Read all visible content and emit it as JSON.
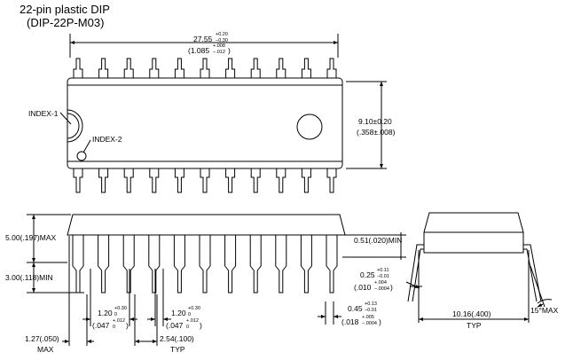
{
  "header": {
    "title": "22-pin plastic DIP",
    "package_code": "(DIP-22P-M03)"
  },
  "top_view": {
    "length": {
      "mm": "27.55",
      "mm_tol_plus": "+0.20",
      "mm_tol_minus": "−0.30",
      "inch": "(1.085",
      "inch_tol_plus": "+.008",
      "inch_tol_minus": "−.012",
      "inch_close": ")"
    },
    "width": {
      "mm": "9.10±0.20",
      "inch": "(.358±.008)"
    },
    "index1": "INDEX-1",
    "index2": "INDEX-2"
  },
  "side_view": {
    "body_height": "5.00(.197)MAX",
    "seating": "3.00(.118)MIN",
    "lead_offset": "0.51(.020)MIN",
    "lead_thickness": {
      "mm": "0.25",
      "mm_tol_plus": "+0.11",
      "mm_tol_minus": "−0.01",
      "inch": "(.010",
      "inch_tol_plus": "+.004",
      "inch_tol_minus": "−.0004",
      "inch_close": ")"
    },
    "lead_width": {
      "mm": "0.45",
      "mm_tol_plus": "+0.13",
      "mm_tol_minus": "−0.01",
      "inch": "(.018",
      "inch_tol_plus": "+.005",
      "inch_tol_minus": "−.0004",
      "inch_close": ")"
    },
    "shoulder_a": {
      "mm": "1.20",
      "mm_tol_plus": "+0.30",
      "mm_tol_minus": "0",
      "inch": "(.047",
      "inch_tol_plus": "+.012",
      "inch_tol_minus": "0",
      "inch_close": ")"
    },
    "shoulder_b": {
      "mm": "1.20",
      "mm_tol_plus": "+0.30",
      "mm_tol_minus": "0",
      "inch": "(.047",
      "inch_tol_plus": "+.012",
      "inch_tol_minus": "0",
      "inch_close": ")"
    },
    "end_lead": {
      "value": "1.27(.050)",
      "note": "MAX"
    },
    "pitch": {
      "value": "2.54(.100)",
      "note": "TYP"
    }
  },
  "end_view": {
    "row_spacing": {
      "value": "10.16(.400)",
      "note": "TYP"
    },
    "lead_angle": "15°MAX"
  }
}
